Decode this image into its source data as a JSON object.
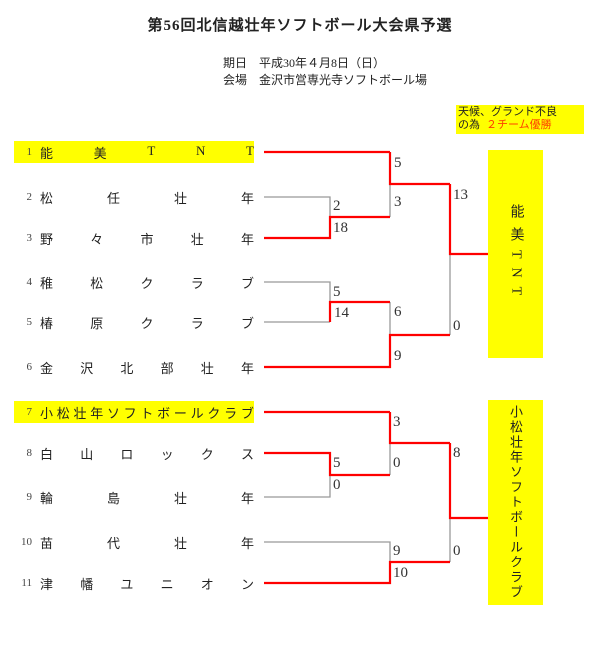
{
  "title": "第56回北信越壮年ソフトボール大会県予選",
  "meta": {
    "date_label": "期日",
    "date_value": "平成30年４月8日（日）",
    "venue_label": "会場",
    "venue_value": "金沢市営専光寺ソフトボール場"
  },
  "note": {
    "line1": "天候、グランド不良",
    "line2_plain": "の為",
    "line2_red": "２チーム優勝"
  },
  "teams": [
    {
      "seed": "1",
      "name": "能美TNT",
      "highlighted": true
    },
    {
      "seed": "2",
      "name": "松任壮年",
      "highlighted": false
    },
    {
      "seed": "3",
      "name": "野々市壮年",
      "highlighted": false
    },
    {
      "seed": "4",
      "name": "稚松クラブ",
      "highlighted": false
    },
    {
      "seed": "5",
      "name": "椿原クラブ",
      "highlighted": false
    },
    {
      "seed": "6",
      "name": "金沢北部壮年",
      "highlighted": false
    },
    {
      "seed": "7",
      "name": "小松壮年ソフトボールクラブ",
      "highlighted": true
    },
    {
      "seed": "8",
      "name": "白山ロックス",
      "highlighted": false
    },
    {
      "seed": "9",
      "name": "輪島壮年",
      "highlighted": false
    },
    {
      "seed": "10",
      "name": "苗代壮年",
      "highlighted": false
    },
    {
      "seed": "11",
      "name": "津幡ユニオン",
      "highlighted": false
    }
  ],
  "scores": {
    "m2v3_top": "2",
    "m2v3_bottom": "18",
    "qf1_top": "5",
    "qf1_bottom": "3",
    "sf1_top": "13",
    "m4v5_top": "5",
    "m4v5_bottom": "14",
    "qf2_top": "6",
    "qf2_bottom": "9",
    "sf1_bottom": "0",
    "qf3_top": "3",
    "m8v9_top": "5",
    "m8v9_bottom": "0",
    "qf3_bottom": "0",
    "sf2_top": "8",
    "m10v11_top": "9",
    "m10v11_bottom": "10",
    "sf2_bottom": "0"
  },
  "champions": {
    "upper": "能美TNT",
    "lower": "小松壮年ソフトボールクラブ"
  },
  "colors": {
    "highlight": "#ffff00",
    "winner_path": "#ff0000",
    "bracket_line": "#999999",
    "note_accent": "#ff4000"
  }
}
